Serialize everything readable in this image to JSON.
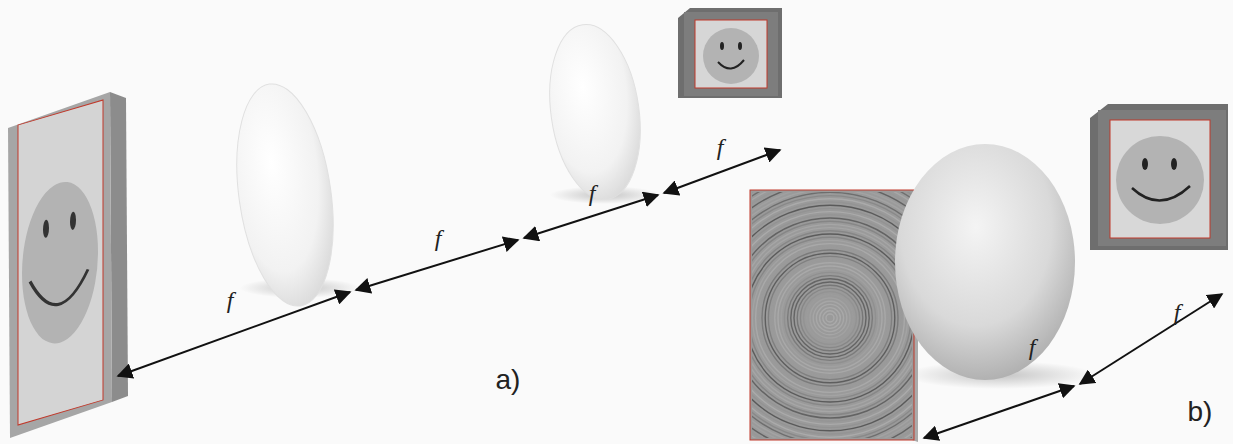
{
  "diagram": {
    "labels": [
      "f",
      "f",
      "f",
      "f",
      "f",
      "f",
      "a)",
      "b)"
    ]
  }
}
